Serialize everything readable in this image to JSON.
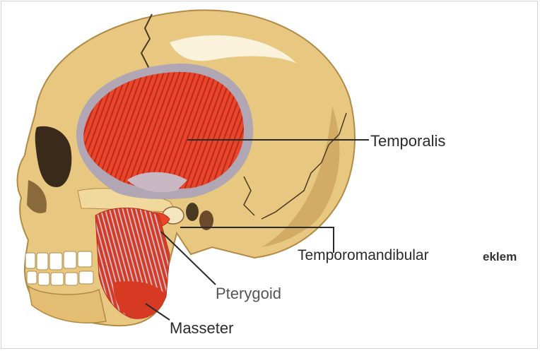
{
  "labels": {
    "temporalis": "Temporalis",
    "temporomandibular": "Temporomandibular",
    "eklem": "eklem",
    "pterygoid": "Pterygoid",
    "masseter": "Masseter"
  },
  "colors": {
    "bone": "#e8c880",
    "bone_shadow": "#c9a05a",
    "muscle": "#e8452a",
    "muscle_dark": "#b9291a",
    "fascia": "#b0a6b4",
    "leader_line": "#2b2b2b"
  }
}
